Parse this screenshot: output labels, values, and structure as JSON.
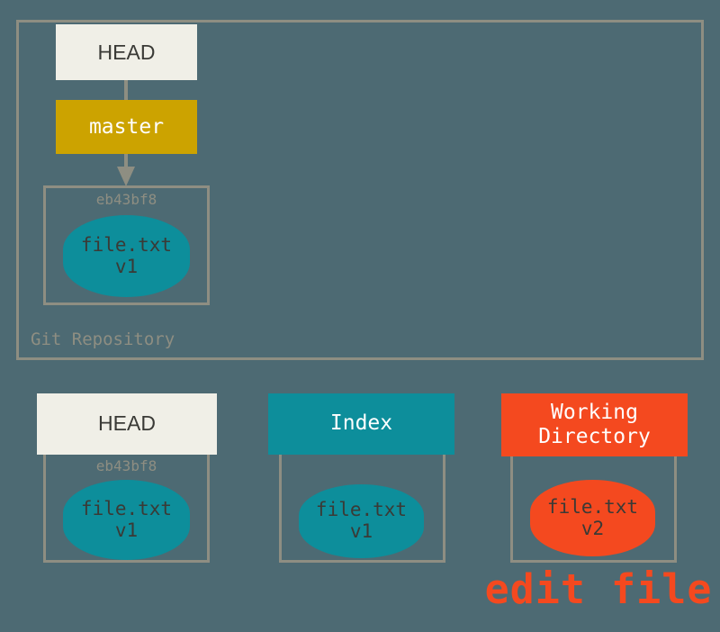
{
  "diagram": {
    "title": "Git Repository",
    "background_color": "#4d6a73",
    "border_color": "#8e8e82"
  },
  "repository": {
    "label": "Git Repository",
    "head": {
      "label": "HEAD",
      "color": "#f0efe7"
    },
    "branch": {
      "label": "master",
      "color": "#cca300"
    },
    "commit": {
      "hash": "eb43bf8",
      "blob": {
        "filename": "file.txt",
        "version": "v1",
        "color": "#0d8e9b"
      }
    }
  },
  "areas": [
    {
      "name": "HEAD",
      "header_label": "HEAD",
      "header_color": "#f0efe7",
      "hash": "eb43bf8",
      "blob": {
        "filename": "file.txt",
        "version": "v1",
        "color": "#0d8e9b"
      }
    },
    {
      "name": "Index",
      "header_label": "Index",
      "header_color": "#0d8e9b",
      "hash": "",
      "blob": {
        "filename": "file.txt",
        "version": "v1",
        "color": "#0d8e9b"
      }
    },
    {
      "name": "Working Directory",
      "header_label_line1": "Working",
      "header_label_line2": "Directory",
      "header_color": "#f4491f",
      "hash": "",
      "blob": {
        "filename": "file.txt",
        "version": "v2",
        "color": "#f4491f"
      }
    }
  ],
  "caption": {
    "text": "edit file",
    "color": "#f4491f"
  }
}
